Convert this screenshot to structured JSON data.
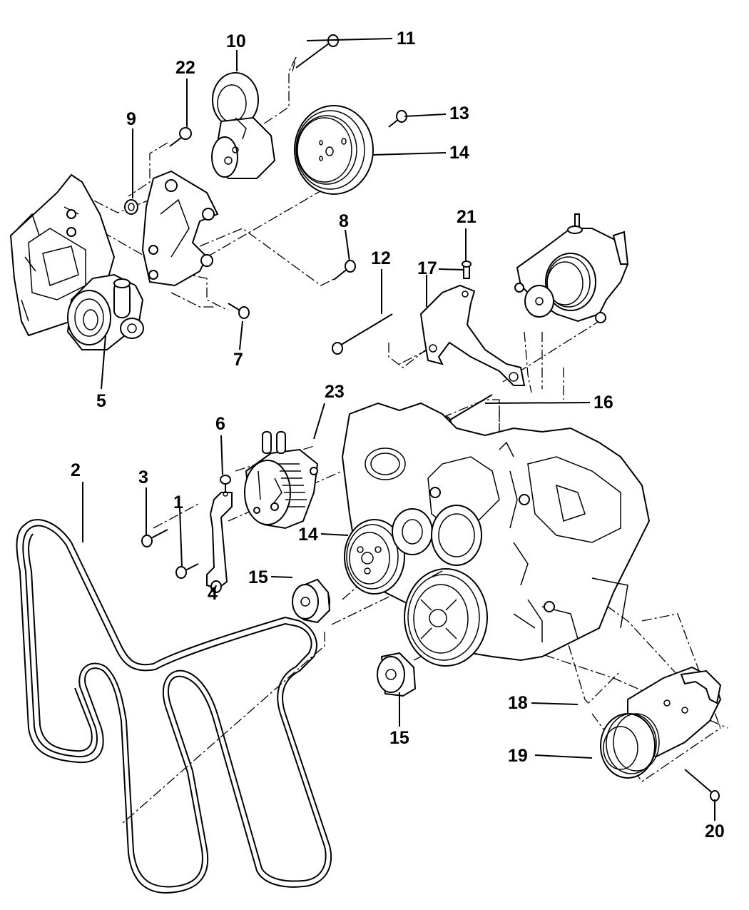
{
  "diagram": {
    "title": "Accessory Drive Belt & Pulleys — Exploded Parts View",
    "callouts": [
      {
        "id": "1",
        "label": "1"
      },
      {
        "id": "2",
        "label": "2"
      },
      {
        "id": "3",
        "label": "3"
      },
      {
        "id": "4",
        "label": "4"
      },
      {
        "id": "5",
        "label": "5"
      },
      {
        "id": "6",
        "label": "6"
      },
      {
        "id": "7",
        "label": "7"
      },
      {
        "id": "8",
        "label": "8"
      },
      {
        "id": "9",
        "label": "9"
      },
      {
        "id": "10",
        "label": "10"
      },
      {
        "id": "11",
        "label": "11"
      },
      {
        "id": "12",
        "label": "12"
      },
      {
        "id": "13",
        "label": "13"
      },
      {
        "id": "14a",
        "label": "14"
      },
      {
        "id": "14b",
        "label": "14"
      },
      {
        "id": "15a",
        "label": "15"
      },
      {
        "id": "15b",
        "label": "15"
      },
      {
        "id": "16",
        "label": "16"
      },
      {
        "id": "17",
        "label": "17"
      },
      {
        "id": "18",
        "label": "18"
      },
      {
        "id": "19",
        "label": "19"
      },
      {
        "id": "20",
        "label": "20"
      },
      {
        "id": "21",
        "label": "21"
      },
      {
        "id": "22",
        "label": "22"
      },
      {
        "id": "23",
        "label": "23"
      }
    ],
    "parts": [
      {
        "callout": "2",
        "name": "serpentine-belt"
      },
      {
        "callout": "5",
        "name": "power-steering-pump"
      },
      {
        "callout": "10",
        "name": "belt-tensioner"
      },
      {
        "callout": "14",
        "name": "pulley"
      },
      {
        "callout": "15",
        "name": "idler-pulley"
      },
      {
        "callout": "19",
        "name": "ac-compressor"
      },
      {
        "callout": "23",
        "name": "oil-cooler-pump"
      }
    ]
  }
}
